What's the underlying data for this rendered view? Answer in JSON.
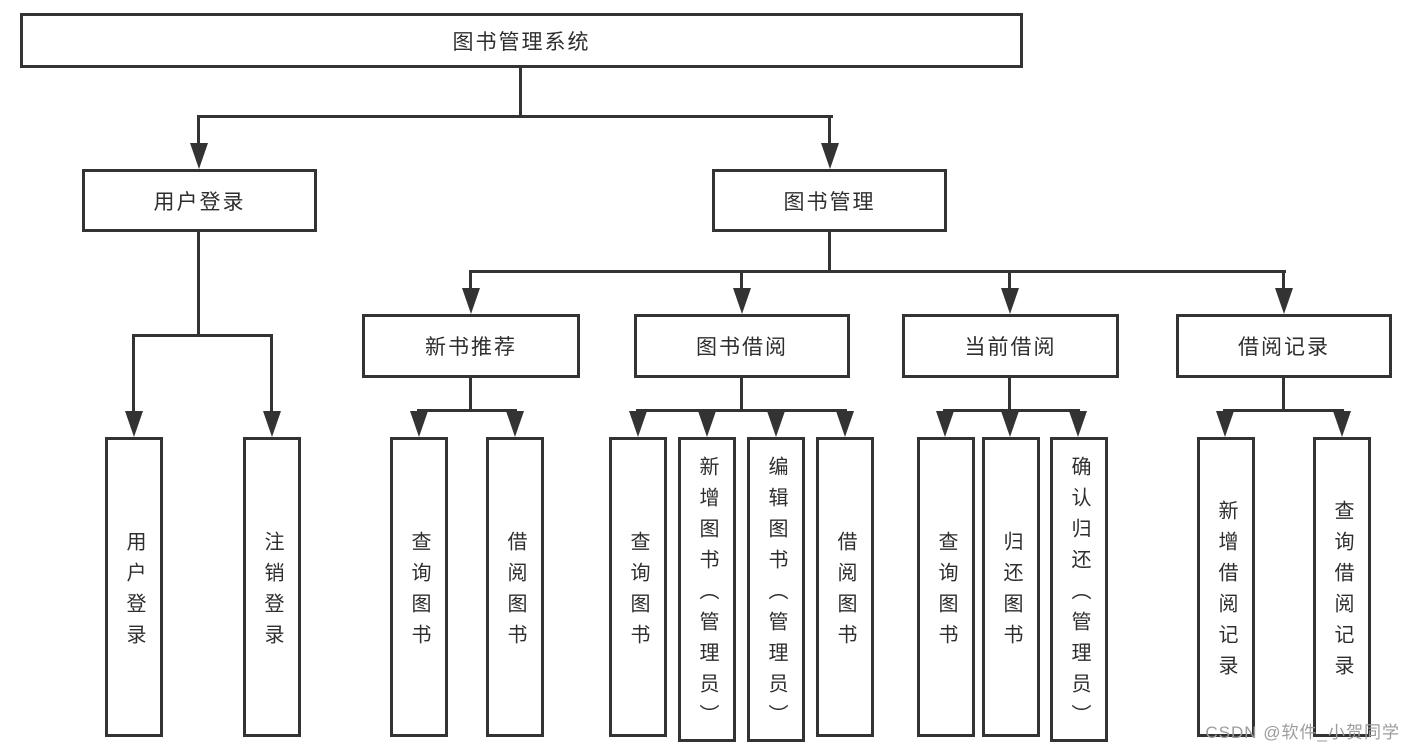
{
  "diagram": {
    "type": "hierarchy-tree",
    "root": {
      "label": "图书管理系统"
    },
    "branches": [
      {
        "label": "用户登录",
        "children": [
          {
            "label": "用户登录"
          },
          {
            "label": "注销登录"
          }
        ]
      },
      {
        "label": "图书管理",
        "children": [
          {
            "label": "新书推荐",
            "children": [
              {
                "label": "查询图书"
              },
              {
                "label": "借阅图书"
              }
            ]
          },
          {
            "label": "图书借阅",
            "children": [
              {
                "label": "查询图书"
              },
              {
                "label": "新增图书（管理员）"
              },
              {
                "label": "编辑图书（管理员）"
              },
              {
                "label": "借阅图书"
              }
            ]
          },
          {
            "label": "当前借阅",
            "children": [
              {
                "label": "查询图书"
              },
              {
                "label": "归还图书"
              },
              {
                "label": "确认归还（管理员）"
              }
            ]
          },
          {
            "label": "借阅记录",
            "children": [
              {
                "label": "新增借阅记录"
              },
              {
                "label": "查询借阅记录"
              }
            ]
          }
        ]
      }
    ]
  },
  "watermark": {
    "label": "CSDN @软件_小贺同学"
  },
  "colors": {
    "line": "#333333",
    "text": "#2e2e2e",
    "background": "#ffffff",
    "watermark": "#9c9c9c"
  }
}
